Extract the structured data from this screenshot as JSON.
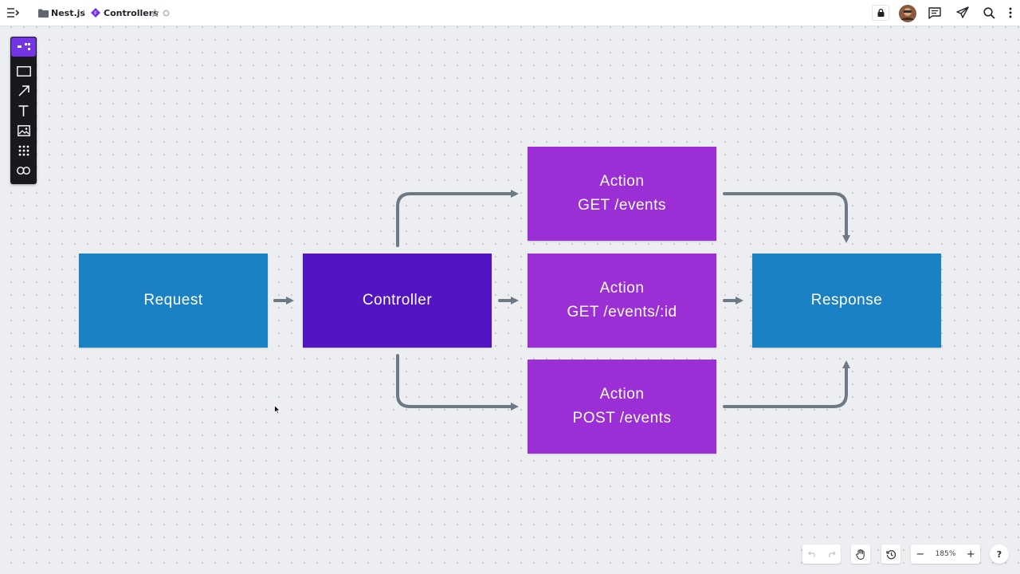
{
  "breadcrumb": {
    "board": "Nest.js",
    "separator": "/",
    "page": "Controllers"
  },
  "icons": {
    "menu": "menu-collapse-icon",
    "folder": "folder-icon",
    "page": "page-diamond-icon",
    "star": "star-icon",
    "settings": "settings-icon",
    "lock": "lock-icon",
    "comments": "comments-icon",
    "share": "send-icon",
    "search": "search-icon",
    "more": "more-vertical-icon"
  },
  "colors": {
    "request_response": "#1a82c4",
    "controller": "#5314c2",
    "action": "#9c2ed6",
    "arrow": "#6d7a86",
    "tool_active": "#7434e6"
  },
  "diagram": {
    "request": "Request",
    "controller": "Controller",
    "response": "Response",
    "actions": [
      {
        "title": "Action",
        "route": "GET /events"
      },
      {
        "title": "Action",
        "route": "GET /events/:id"
      },
      {
        "title": "Action",
        "route": "POST /events"
      }
    ]
  },
  "zoom": {
    "level": "185%",
    "minus": "−",
    "plus": "+"
  },
  "help": "?"
}
